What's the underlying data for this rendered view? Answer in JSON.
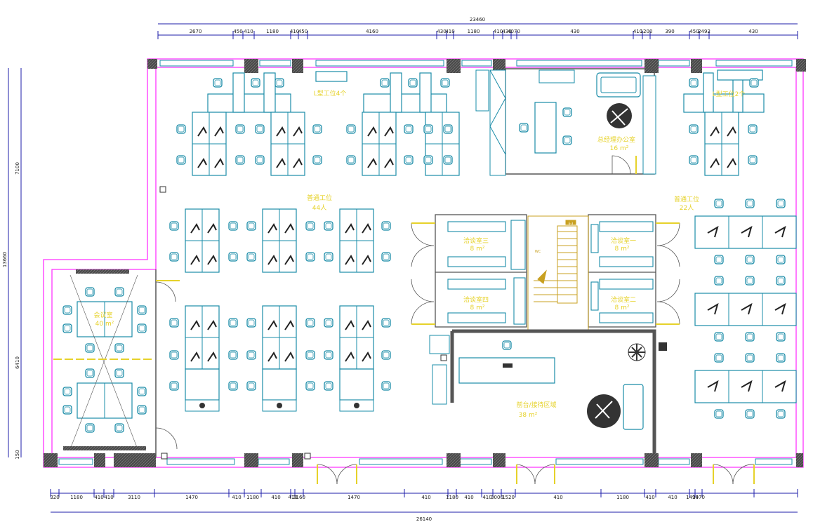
{
  "dimensions": {
    "top_total": "23460",
    "top": [
      "2670",
      "450",
      "410",
      "1180",
      "410",
      "450",
      "4160",
      "430",
      "410",
      "1180",
      "410",
      "430",
      "4070",
      "430",
      "410",
      "1200",
      "390",
      "450",
      "2492",
      "430"
    ],
    "bottom_total": "26140",
    "bottom": [
      "320",
      "1180",
      "410",
      "410",
      "3110",
      "1470",
      "410",
      "1180",
      "410",
      "410",
      "3160",
      "1470",
      "410",
      "1180",
      "410",
      "410",
      "3000",
      "1520",
      "410",
      "1180",
      "410",
      "410",
      "1490",
      "1470"
    ],
    "left_total": "13660",
    "left": [
      "7100",
      "6410",
      "150"
    ]
  },
  "rooms": {
    "l_workstation_left": "L型工位4个",
    "l_workstation_right": "L型工位2个",
    "general_manager": "总经理办公室",
    "general_manager_area": "16 m²",
    "open_office_left": "普通工位",
    "open_office_left_count": "44人",
    "open_office_right": "普通工位",
    "open_office_right_count": "22人",
    "meeting_room_1": "洽谈室一",
    "meeting_room_1_area": "8 m²",
    "meeting_room_2": "洽谈室二",
    "meeting_room_2_area": "8 m²",
    "meeting_room_3": "洽谈室三",
    "meeting_room_3_area": "8 m²",
    "meeting_room_4": "洽谈室四",
    "meeting_room_4_area": "8 m²",
    "conference_room": "会议室",
    "conference_room_area": "40 m²",
    "reception": "前台/接待区域",
    "reception_area": "38 m²",
    "stair_tag": "E-3",
    "shaft_tag": "WC"
  },
  "colors": {
    "wall": "#ff33ff",
    "furniture": "#1a8ca8",
    "dimension": "#1c1ca8",
    "label": "#e6d22a",
    "stair": "#c8a020",
    "column": "#555555"
  }
}
